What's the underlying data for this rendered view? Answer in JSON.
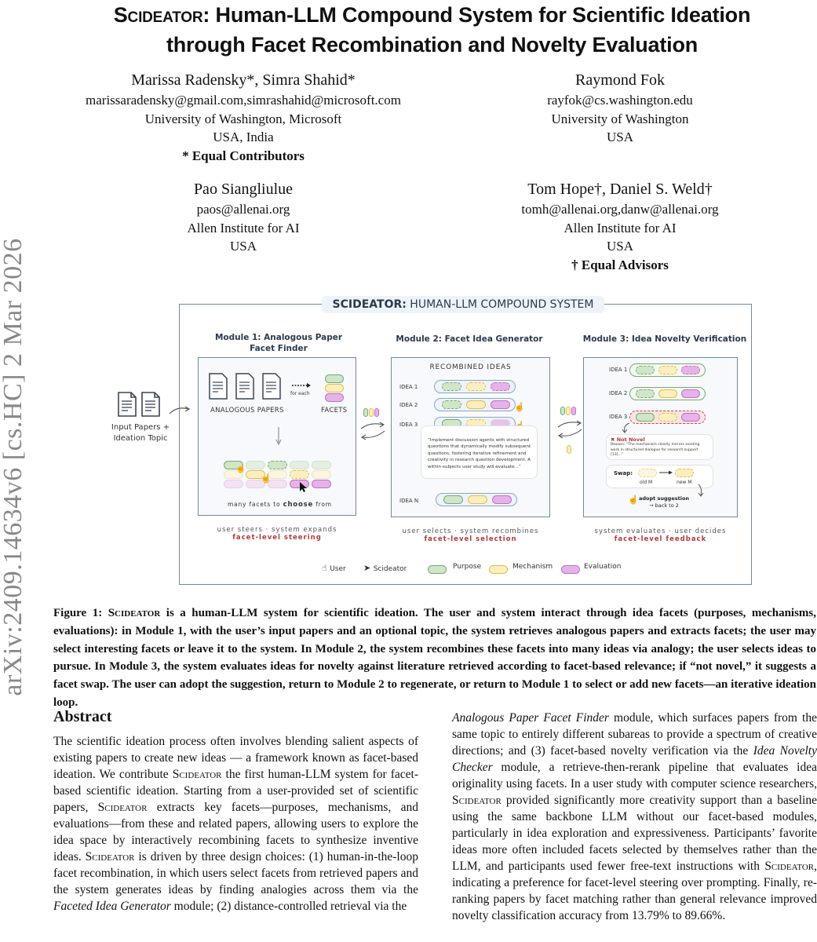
{
  "arxiv_stamp": "arXiv:2409.14634v6  [cs.HC]  2 Mar 2026",
  "title": {
    "system_name": "Scideator",
    "line1_rest": ": Human-LLM Compound System for Scientific Ideation",
    "line2": "through Facet Recombination and Novelty Evaluation"
  },
  "authors": [
    {
      "names": "Marissa Radensky*, Simra Shahid*",
      "email": "marissaradensky@gmail.com,simrashahid@microsoft.com",
      "affiliation": "University of Washington, Microsoft",
      "country": "USA, India",
      "note": "* Equal Contributors"
    },
    {
      "names": "Raymond Fok",
      "email": "rayfok@cs.washington.edu",
      "affiliation": "University of Washington",
      "country": "USA",
      "note": ""
    },
    {
      "names": "Pao Siangliulue",
      "email": "paos@allenai.org",
      "affiliation": "Allen Institute for AI",
      "country": "USA",
      "note": ""
    },
    {
      "names": "Tom Hope†, Daniel S. Weld†",
      "email": "tomh@allenai.org,danw@allenai.org",
      "affiliation": "Allen Institute for AI",
      "country": "USA",
      "note": "† Equal Advisors"
    }
  ],
  "figure": {
    "header_bold": "SCIDEATOR:",
    "header_rest": " HUMAN-LLM COMPOUND SYSTEM",
    "input_label_1": "Input Papers +",
    "input_label_2": "Ideation Topic",
    "module1": {
      "title_1": "Module 1: Analogous Paper",
      "title_2": "Facet Finder",
      "papers_label": "ANALOGOUS PAPERS",
      "for_each": "for each",
      "facets_label": "FACETS",
      "choose_pre": "many facets to ",
      "choose_bold": "choose",
      "choose_post": " from",
      "sub": "user steers · system expands",
      "red": "facet-level steering"
    },
    "module2": {
      "title": "Module 2: Facet Idea Generator",
      "panel_title": "RECOMBINED IDEAS",
      "ideas": [
        "IDEA 1",
        "IDEA 2",
        "IDEA 3",
        "IDEA N"
      ],
      "quote": "“Implement discussion agents with structured questions that dynamically modify subsequent questions, fostering iterative refinement and creativity in research question development. A within-subjects user study will evaluate...”",
      "sub": "user selects · system recombines",
      "red": "facet-level selection"
    },
    "module3": {
      "title": "Module 3: Idea Novelty Verification",
      "ideas": [
        "IDEA 1",
        "IDEA 2",
        "IDEA 3"
      ],
      "not_novel": "Not Novel",
      "reason": "Reason: “The mechanism closely mirrors existing work in structured dialogue for research support [13]...”",
      "swap_label": "Swap:",
      "old": "old M",
      "new": "new M",
      "adopt": "adopt suggestion",
      "back": "→ back to 2",
      "sub": "system evaluates · user decides",
      "red": "facet-level feedback"
    },
    "legend": {
      "user": "User",
      "scideator": "Scideator",
      "purpose": "Purpose",
      "mechanism": "Mechanism",
      "evaluation": "Evaluation"
    },
    "colors": {
      "purpose": "#cfe6c9",
      "mechanism": "#fbeec0",
      "evaluation": "#e6b3e8",
      "accent_red": "#b23a3a",
      "frame": "#6e8aa8"
    }
  },
  "caption": {
    "label": "Figure 1: ",
    "system": "Scideator",
    "text": " is a human-LLM system for scientific ideation. The user and system interact through idea facets (purposes, mechanisms, evaluations): in Module 1, with the user’s input papers and an optional topic, the system retrieves analogous papers and extracts facets; the user may select interesting facets or leave it to the system. In Module 2, the system recombines these facets into many ideas via analogy; the user selects ideas to pursue. In Module 3, the system evaluates ideas for novelty against literature retrieved according to facet-based relevance; if “not novel,” it suggests a facet swap. The user can adopt the suggestion, return to Module 2 to regenerate, or return to Module 1 to select or add new facets—an iterative ideation loop."
  },
  "abstract": {
    "heading": "Abstract",
    "p1a": "The scientific ideation process often involves blending salient aspects of existing papers to create new ideas — a framework known as facet-based ideation. We contribute ",
    "sc1": "Scideator",
    "p1b": " the first human-LLM system for facet-based scientific ideation. Starting from a user-provided set of scientific papers, ",
    "sc2": "Scideator",
    "p1c": " extracts key facets—purposes, mechanisms, and evaluations—from these and related papers, allowing users to explore the idea space by interactively recombining facets to synthesize inventive ideas. ",
    "sc3": "Scideator",
    "p1d": " is driven by three design choices: (1) human-in-the-loop facet recombination, in which users select facets from retrieved papers and the system generates ideas by finding analogies across them via the ",
    "i1": "Faceted Idea Generator",
    "p1e": " module; (2) distance-controlled retrieval via the ",
    "i2": "Analogous Paper Facet Finder",
    "p2a": " module, which surfaces papers from the same topic to entirely different subareas to provide a spectrum of creative directions; and (3) facet-based novelty verification via the ",
    "i3": "Idea Novelty Checker",
    "p2b": " module, a retrieve-then-rerank pipeline that evaluates idea originality using facets. In a user study with computer science researchers, ",
    "sc4": "Scideator",
    "p2c": " provided significantly more creativity support than a baseline using the same backbone LLM without our facet-based modules, particularly in idea exploration and expressiveness. Participants’ favorite ideas more often included facets selected by themselves rather than the LLM, and participants used fewer free-text instructions with ",
    "sc5": "Scideator",
    "p2d": ", indicating a preference for facet-level steering over prompting. Finally, re-ranking papers by facet matching rather than general relevance improved novelty classification accuracy from 13.79% to 89.66%."
  }
}
